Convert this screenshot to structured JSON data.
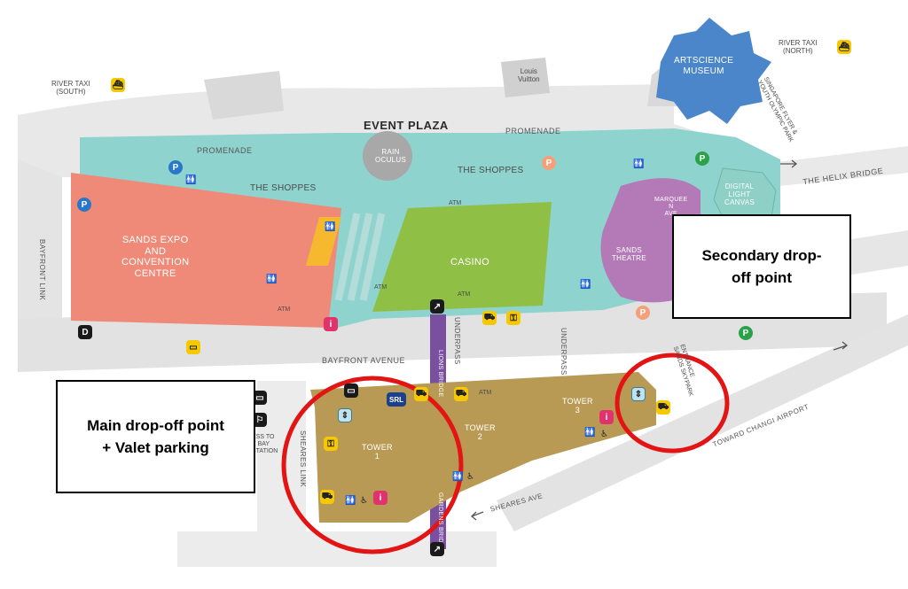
{
  "labels": {
    "river_taxi_south": "RIVER TAXI\n(SOUTH)",
    "river_taxi_north": "RIVER TAXI\n(NORTH)",
    "louis_vuitton": "Louis\nVuitton",
    "artscience_museum": "ARTSCIENCE\nMUSEUM",
    "event_plaza": "EVENT PLAZA",
    "promenade_left": "PROMENADE",
    "promenade_right": "PROMENADE",
    "rain_oculus": "RAIN\nOCULUS",
    "shoppes_left": "THE SHOPPES",
    "shoppes_right": "THE SHOPPES",
    "singapore_flyer": "SINGAPORE FLYER &\nYOUTH OLYMPIC PARK",
    "helix_bridge": "THE HELIX BRIDGE",
    "digital_light_canvas": "DIGITAL\nLIGHT\nCANVAS",
    "marquee": "MARQUEE\nN\nAVE",
    "sands_theatre": "SANDS\nTHEATRE",
    "sands_expo": "SANDS EXPO\nAND\nCONVENTION\nCENTRE",
    "casino": "CASINO",
    "bayfront_link": "BAYFRONT LINK",
    "bayfront_avenue": "BAYFRONT AVENUE",
    "underpass_left": "UNDERPASS",
    "underpass_right": "UNDERPASS",
    "lions_bridge": "LIONS BRIDGE",
    "gardens_bridge": "GARDENS BRIDGE",
    "entrance_skypark": "ENTRANCE\nSANDS SKYPARK",
    "toward_changi": "TOWARD CHANGI AIRPORT",
    "sheares_link": "SHEARES LINK",
    "sheares_ave": "SHEARES AVE",
    "tower1": "TOWER\n1",
    "tower2": "TOWER\n2",
    "tower3": "TOWER\n3",
    "to_bay": "ESS TO\nE BAY\nSTATION",
    "srl": "SRL",
    "atm": "ATM"
  },
  "callouts": {
    "main": "Main drop-off point\n+ Valet parking",
    "secondary": "Secondary drop-\noff point"
  },
  "colors": {
    "shoppes": "#8fd3cf",
    "expo": "#f08a78",
    "casino": "#8fbf45",
    "theatre": "#b47ab8",
    "towers": "#b99a55",
    "museum": "#4a86c9",
    "ground": "#e6e6e6",
    "highlight_circle": "#e31414"
  },
  "icons": [
    "parking-icon",
    "taxi-icon",
    "bus-icon",
    "lift-icon",
    "toilet-icon",
    "atm-icon",
    "bridge-walk-icon",
    "wheelchair-icon",
    "info-icon",
    "valet-icon"
  ]
}
